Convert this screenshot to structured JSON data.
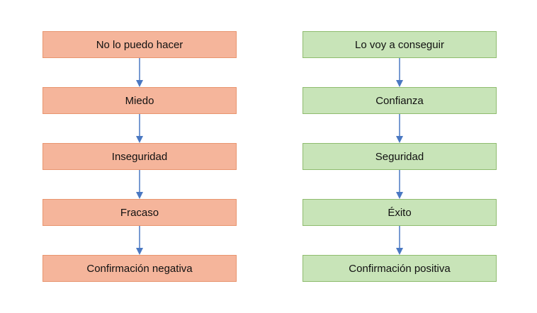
{
  "diagram": {
    "left_chain": {
      "nodes": [
        "No lo puedo hacer",
        "Miedo",
        "Inseguridad",
        "Fracaso",
        "Confirmación negativa"
      ],
      "fill_color": "#f5b59b",
      "border_color": "#e8956f"
    },
    "right_chain": {
      "nodes": [
        "Lo voy a conseguir",
        "Confianza",
        "Seguridad",
        "Éxito",
        "Confirmación positiva"
      ],
      "fill_color": "#c8e4b8",
      "border_color": "#8fbc6e"
    },
    "arrow_color": "#4a78c2"
  }
}
